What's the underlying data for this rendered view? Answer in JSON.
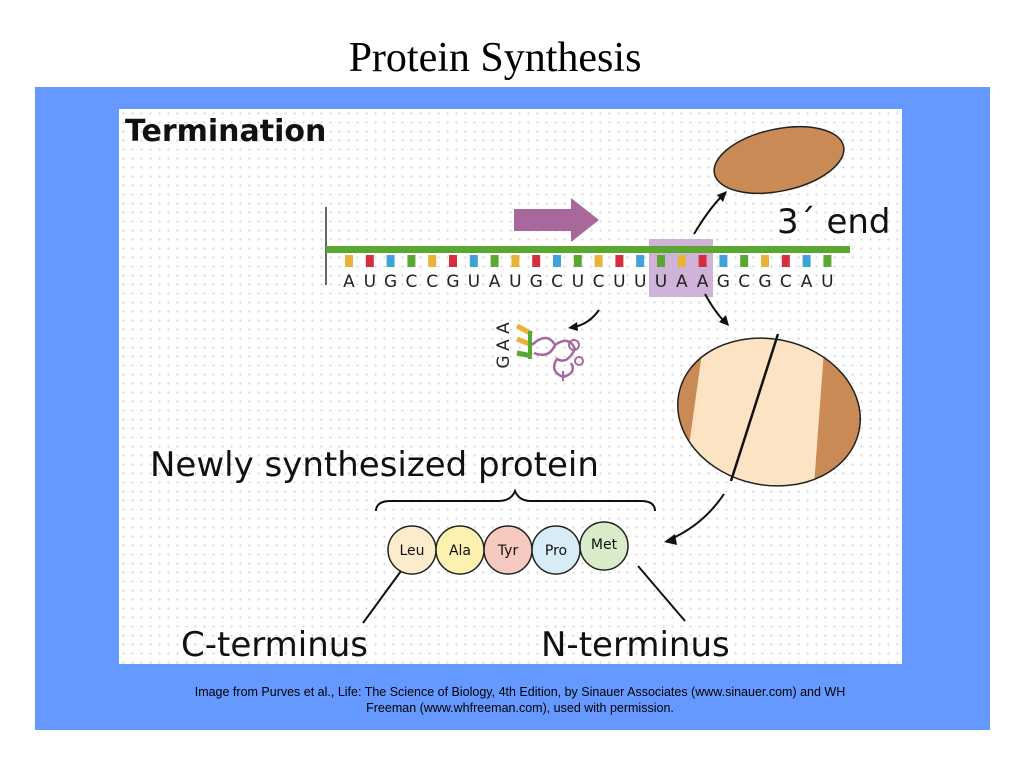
{
  "slide": {
    "title": "Protein Synthesis",
    "credit_line1": "Image from Purves et al., Life: The Science of Biology, 4th Edition, by Sinauer Associates (www.sinauer.com) and WH",
    "credit_line2": "Freeman (www.whfreeman.com), used with permission."
  },
  "diagram": {
    "heading": "Termination",
    "end_label": "3´ end",
    "mrna_bases": [
      "A",
      "U",
      "G",
      "C",
      "C",
      "G",
      "U",
      "A",
      "U",
      "G",
      "C",
      "U",
      "C",
      "U",
      "U",
      "U",
      "A",
      "A",
      "G",
      "C",
      "G",
      "C",
      "A",
      "U"
    ],
    "stop_codon": "UAA",
    "trna_anticodon": [
      "G",
      "A",
      "A"
    ],
    "protein_label": "Newly synthesized protein",
    "amino_acids": [
      {
        "name": "Leu",
        "color": "#fbeccb"
      },
      {
        "name": "Ala",
        "color": "#fdf1b0"
      },
      {
        "name": "Tyr",
        "color": "#f6c9c1"
      },
      {
        "name": "Pro",
        "color": "#d8ecf7"
      },
      {
        "name": "Met",
        "color": "#d9ecc9"
      }
    ],
    "c_terminus_label": "C-terminus",
    "n_terminus_label": "N-terminus",
    "colors": {
      "panel_blue": "#6699ff",
      "ribosome": "#c98a55",
      "ribosome_inner": "#fbe3c4",
      "mrna_backbone": "#5aa832",
      "movement_arrow": "#a8689b",
      "stop_highlight": "#c8a6d1",
      "base_colors": [
        "#e8b438",
        "#d32f3f",
        "#3fa3d9",
        "#5aa832"
      ]
    }
  }
}
